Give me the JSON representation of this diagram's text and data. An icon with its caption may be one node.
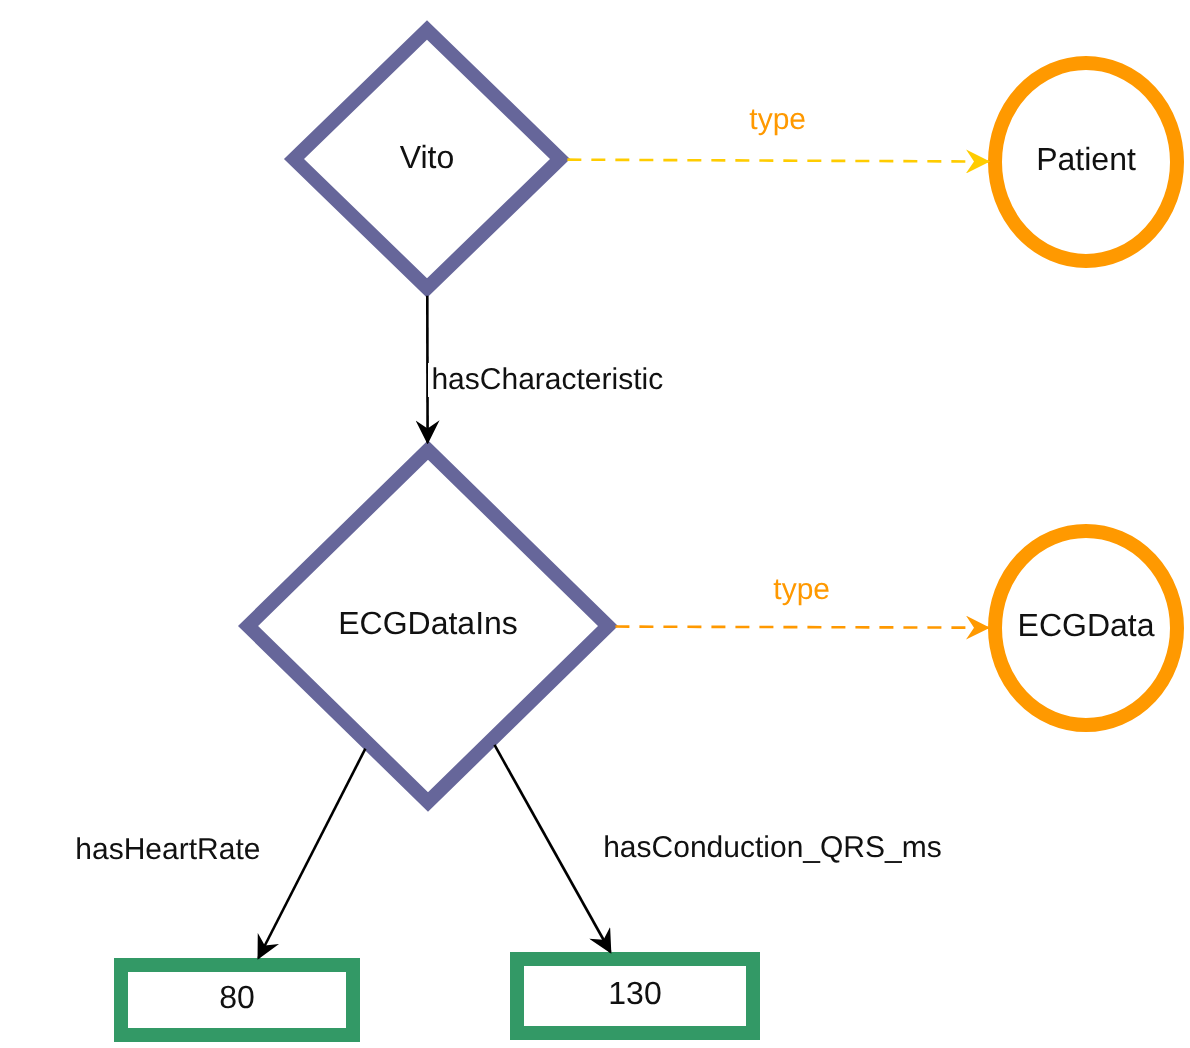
{
  "diagram": {
    "nodes": [
      {
        "text": [
          "Vito"
        ]
      },
      {
        "text": [
          "Patient"
        ]
      },
      {
        "text": [
          "ECGDataIns"
        ]
      },
      {
        "text": [
          "ECGData"
        ]
      },
      {
        "text": [
          "80"
        ]
      },
      {
        "text": [
          "130"
        ]
      }
    ],
    "edges": [
      {
        "from": 0,
        "to": 1,
        "arrow": "to",
        "label": "type",
        "style": "dashed",
        "color": "#ffcc00"
      },
      {
        "from": 0,
        "to": 2,
        "arrow": "to",
        "label": "hasCharacteristic"
      },
      {
        "from": 2,
        "to": 3,
        "arrow": "to",
        "label": "type",
        "style": "dashed",
        "color": "#ff9900"
      },
      {
        "from": 2,
        "to": 4,
        "arrow": "to",
        "label": "hasHeartRate"
      },
      {
        "from": 2,
        "to": 5,
        "arrow": "to",
        "label": "hasConduction_QRS_ms"
      }
    ]
  }
}
